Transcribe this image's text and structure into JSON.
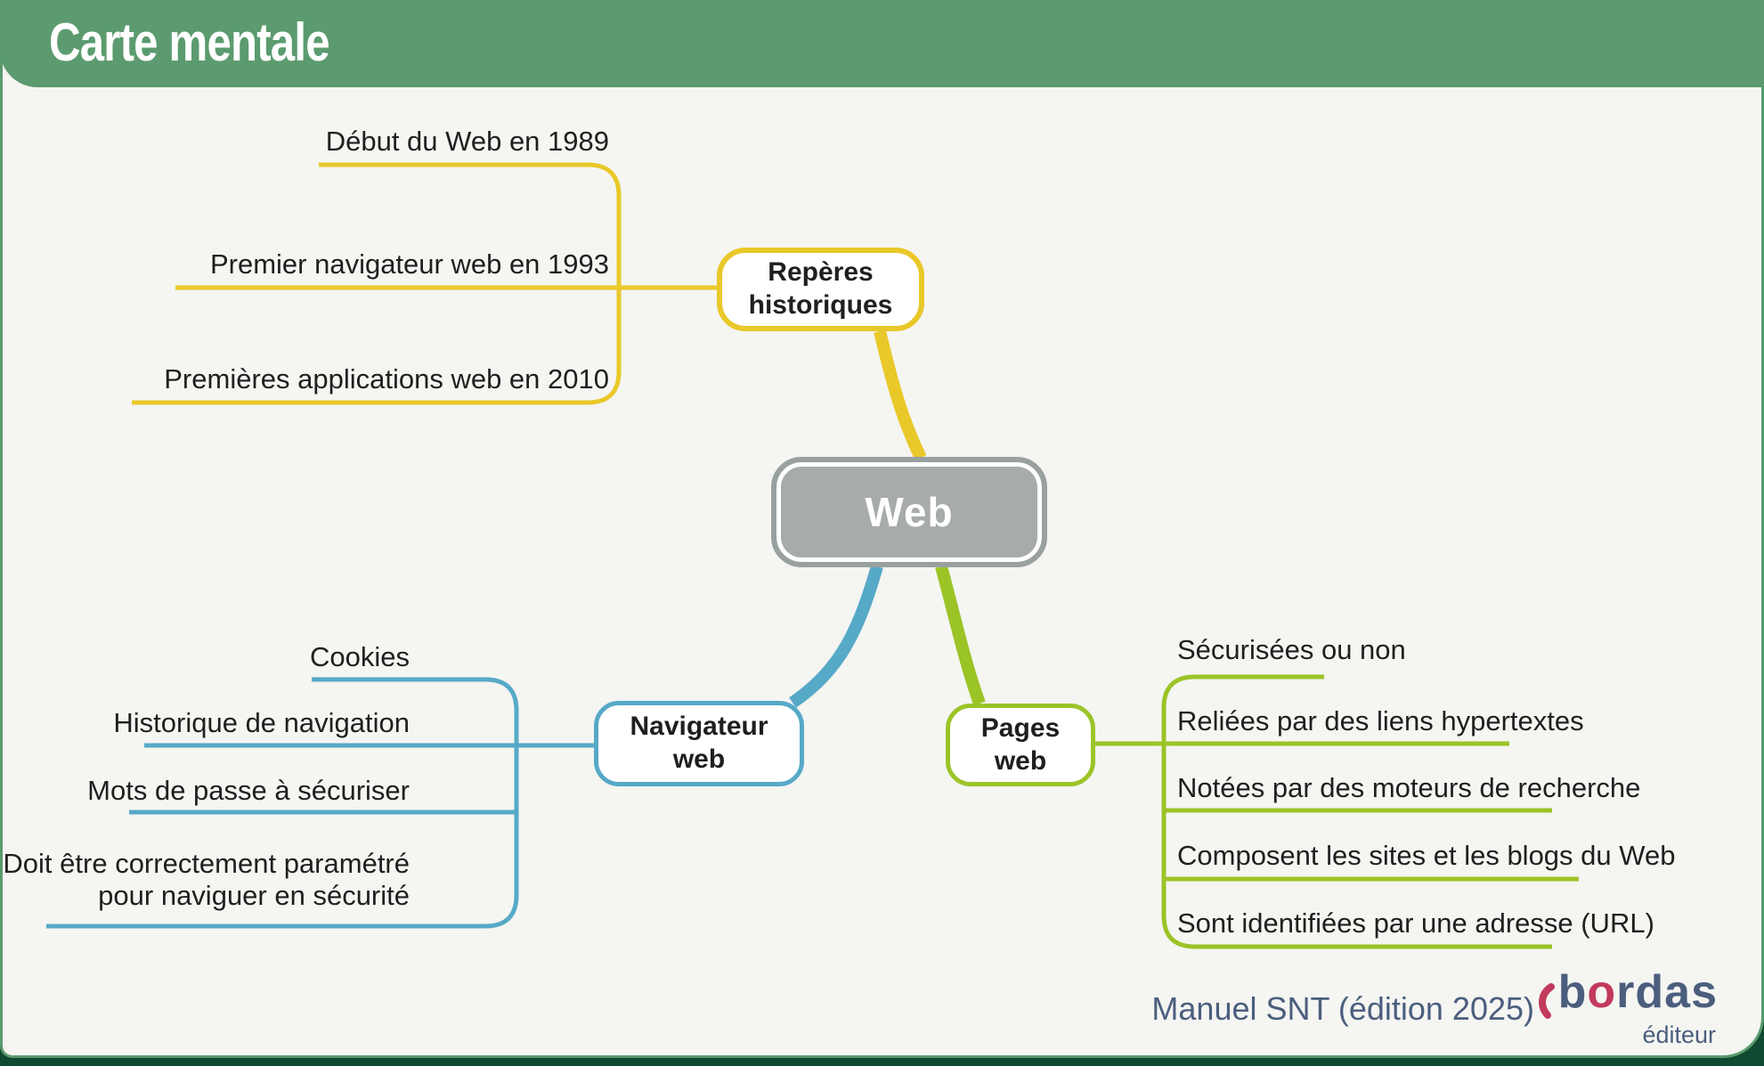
{
  "header": {
    "title": "Carte mentale"
  },
  "center": {
    "label": "Web"
  },
  "branches": [
    {
      "id": "history",
      "label": "Repères\nhistoriques",
      "color": "#e9c829",
      "items": [
        "Début du Web en 1989",
        "Premier navigateur web en 1993",
        "Premières applications web en 2010"
      ]
    },
    {
      "id": "browser",
      "label": "Navigateur\nweb",
      "color": "#56a9c7",
      "items": [
        "Cookies",
        "Historique de navigation",
        "Mots de passe à sécuriser",
        "Doit être correctement paramétré\npour naviguer en sécurité"
      ]
    },
    {
      "id": "pages",
      "label": "Pages\nweb",
      "color": "#9bc427",
      "items": [
        "Sécurisées ou non",
        "Reliées par des liens hypertextes",
        "Notées par des moteurs de recherche",
        "Composent les sites et les blogs du Web",
        "Sont identifiées par une adresse (URL)"
      ]
    }
  ],
  "footer": {
    "source": "Manuel SNT (édition 2025)",
    "logo": {
      "part1": "b",
      "part2": "o",
      "part3": "rdas",
      "subtitle": "éditeur"
    }
  },
  "colors": {
    "header_bar": "#5b9b6f",
    "page_bottom": "#10492f",
    "canvas": "#f5f5f2",
    "history": "#e9c829",
    "browser": "#56a9c7",
    "pages": "#9bc427",
    "center_fill": "#a7abab",
    "center_border": "#99a0a0",
    "text": "#1f1f1f",
    "title_text": "#ffffff",
    "footer_text": "#4b5e7e",
    "logo_red": "#c23a5c"
  }
}
